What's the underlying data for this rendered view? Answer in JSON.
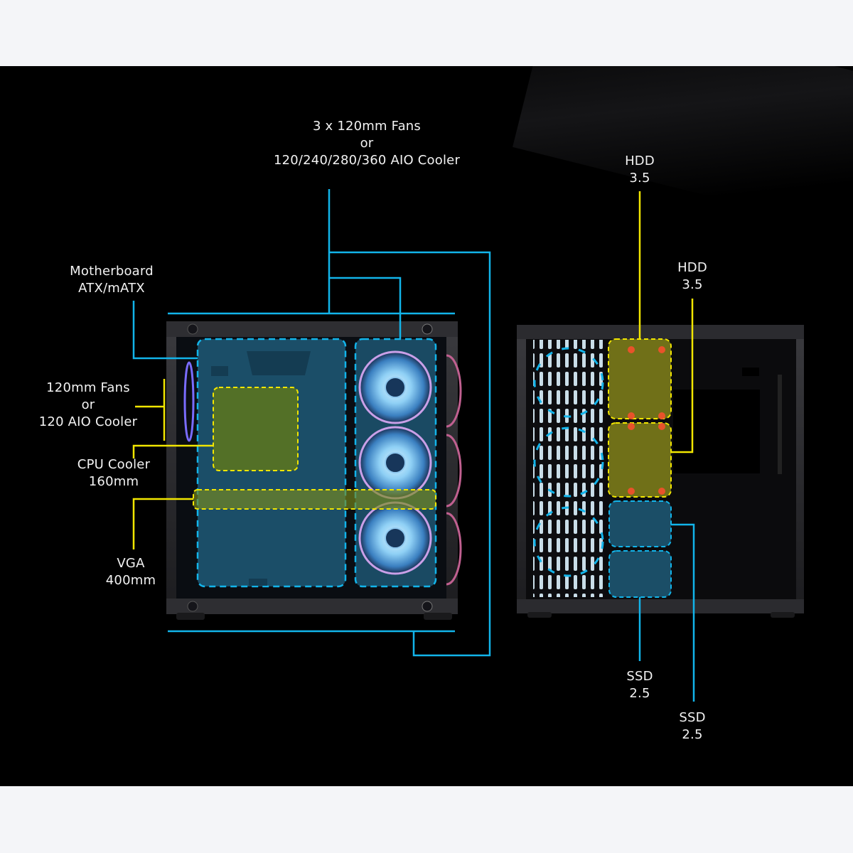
{
  "colors": {
    "background": "#000000",
    "frame": "#f4f5f8",
    "blue_callout": "#12b4ea",
    "yellow_callout": "#f2e600",
    "blue_zone_fill": "#1e5a78",
    "yellow_zone_fill": "#7a8a1c",
    "hdd_screw": "#e8532a",
    "text": "#f2f2f2"
  },
  "labels": {
    "top_radiator": {
      "line1": "3 x 120mm Fans",
      "line2": "or",
      "line3": "120/240/280/360 AIO Cooler"
    },
    "motherboard": {
      "line1": "Motherboard",
      "line2": "ATX/mATX"
    },
    "rear_fan": {
      "line1": "120mm Fans",
      "line2": "or",
      "line3": "120 AIO Cooler"
    },
    "cpu_cooler": {
      "line1": "CPU Cooler",
      "line2": "160mm"
    },
    "vga": {
      "line1": "VGA",
      "line2": "400mm"
    },
    "hdd_top": {
      "line1": "HDD",
      "line2": "3.5"
    },
    "hdd_bottom": {
      "line1": "HDD",
      "line2": "3.5"
    },
    "ssd_left": {
      "line1": "SSD",
      "line2": "2.5"
    },
    "ssd_right": {
      "line1": "SSD",
      "line2": "2.5"
    }
  },
  "icons": {
    "fan": "fan-icon",
    "case_front": "pc-case-front-view",
    "case_back": "pc-case-rear-view"
  }
}
